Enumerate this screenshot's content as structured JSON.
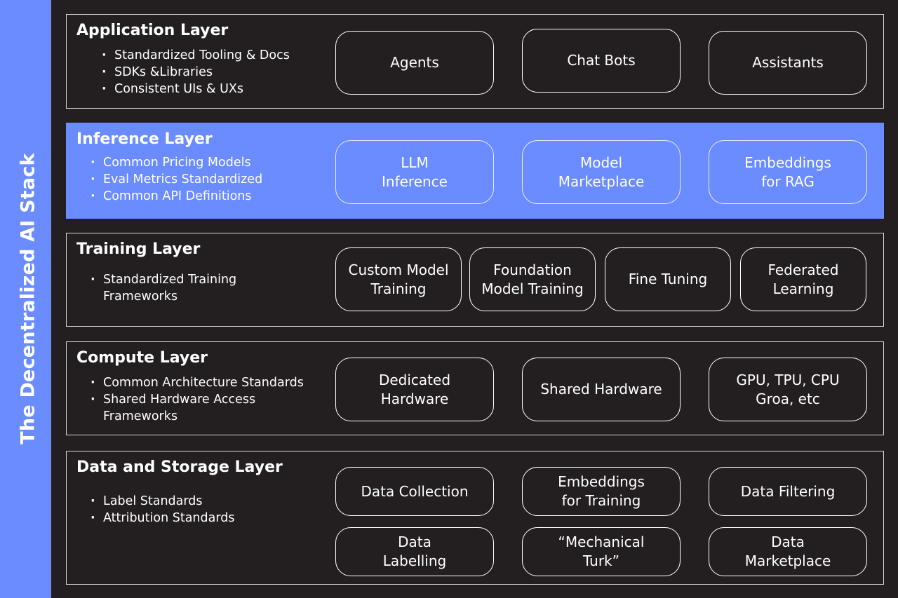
{
  "sidebar": {
    "title": "The Decentralized AI Stack"
  },
  "layers": {
    "application": {
      "title": "Application Layer",
      "bullets": [
        "Standardized Tooling & Docs",
        "SDKs &Libraries",
        "Consistent UIs & UXs"
      ],
      "boxes": [
        "Agents",
        "Chat Bots",
        "Assistants"
      ]
    },
    "inference": {
      "title": "Inference Layer",
      "bullets": [
        "Common Pricing Models",
        "Eval Metrics Standardized",
        "Common API Definitions"
      ],
      "boxes": [
        "LLM\nInference",
        "Model\nMarketplace",
        "Embeddings\nfor RAG"
      ]
    },
    "training": {
      "title": "Training Layer",
      "bullets": [
        "Standardized Training\nFrameworks"
      ],
      "boxes": [
        "Custom Model\nTraining",
        "Foundation\nModel Training",
        "Fine Tuning",
        "Federated\nLearning"
      ]
    },
    "compute": {
      "title": "Compute Layer",
      "bullets": [
        "Common Architecture Standards",
        "Shared Hardware Access\nFrameworks"
      ],
      "boxes": [
        "Dedicated\nHardware",
        "Shared Hardware",
        "GPU, TPU, CPU\nGroa, etc"
      ]
    },
    "data": {
      "title": "Data and Storage Layer",
      "bullets": [
        "Label Standards",
        "Attribution Standards"
      ],
      "boxes": [
        "Data Collection",
        "Embeddings\nfor Training",
        "Data Filtering",
        "Data\nLabelling",
        "“Mechanical\nTurk”",
        "Data\nMarketplace"
      ]
    }
  }
}
